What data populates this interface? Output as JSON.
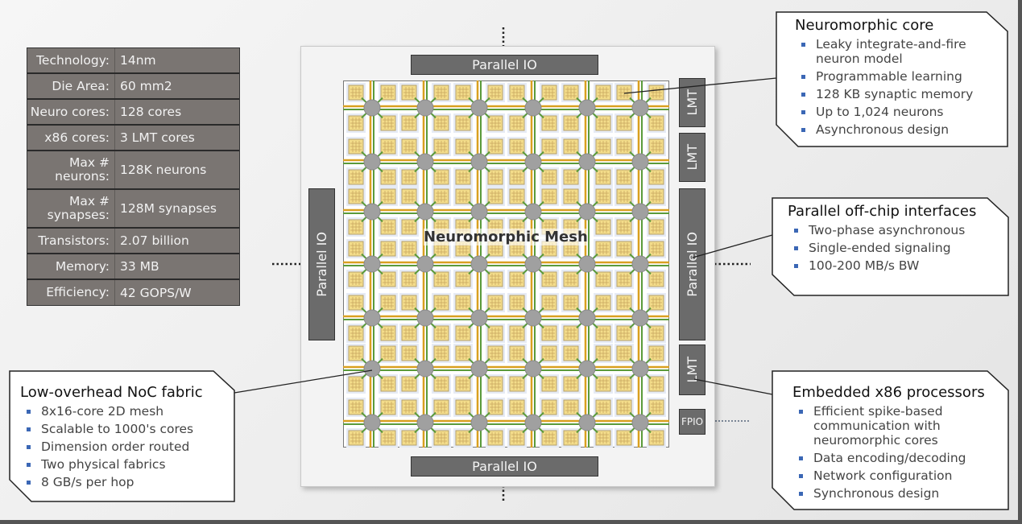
{
  "specs": [
    {
      "label": "Technology:",
      "value": "14nm"
    },
    {
      "label": "Die Area:",
      "value": "60 mm2"
    },
    {
      "label": "Neuro cores:",
      "value": "128 cores"
    },
    {
      "label": "x86 cores:",
      "value": "3 LMT cores"
    },
    {
      "label": "Max # neurons:",
      "value": "128K neurons"
    },
    {
      "label": "Max # synapses:",
      "value": "128M synapses"
    },
    {
      "label": "Transistors:",
      "value": "2.07 billion"
    },
    {
      "label": "Memory:",
      "value": "33 MB"
    },
    {
      "label": "Efficiency:",
      "value": "42 GOPS/W"
    }
  ],
  "chip": {
    "parallel_io": "Parallel IO",
    "lmt": "LMT",
    "fpio": "FPIO",
    "mesh_label": "Neuromorphic Mesh"
  },
  "callouts": {
    "core": {
      "title": "Neuromorphic core",
      "items": [
        "Leaky integrate-and-fire neuron model",
        "Programmable learning",
        "128 KB synaptic memory",
        "Up to 1,024 neurons",
        "Asynchronous design"
      ]
    },
    "offchip": {
      "title": "Parallel off-chip interfaces",
      "items": [
        "Two-phase asynchronous",
        "Single-ended signaling",
        "100-200 MB/s BW"
      ]
    },
    "noc": {
      "title": "Low-overhead NoC fabric",
      "items": [
        "8x16-core 2D mesh",
        "Scalable to 1000's cores",
        "Dimension order routed",
        "Two physical fabrics",
        "8 GB/s per hop"
      ]
    },
    "x86": {
      "title": "Embedded x86 processors",
      "items": [
        "Efficient spike-based communication with neuromorphic cores",
        "Data encoding/decoding",
        "Network configuration",
        "Synchronous design"
      ]
    }
  },
  "colors": {
    "router": "#a0a0a0",
    "core_fill": "#f3dc8a",
    "link_orange": "#d9a020",
    "link_green": "#5a9a3a",
    "block": "#6b6b6b"
  }
}
